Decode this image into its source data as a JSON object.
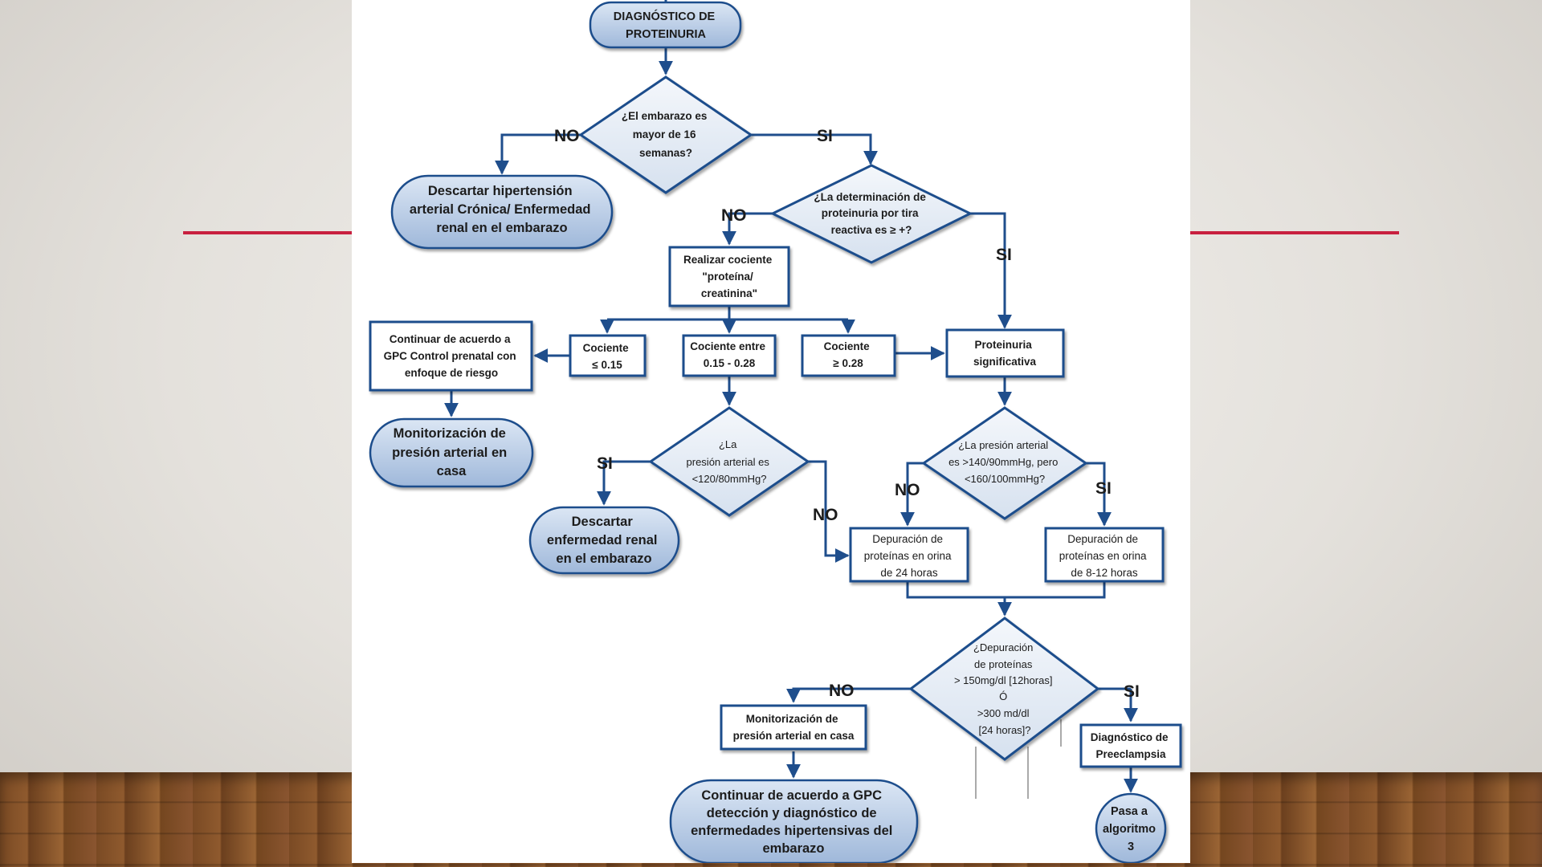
{
  "nodes": {
    "start": [
      "DIAGNÓSTICO DE",
      "PROTEINURIA"
    ],
    "q_embarazo": [
      "¿El embarazo es",
      "mayor de 16",
      "semanas?"
    ],
    "descartar_hipertension": [
      "Descartar hipertensión",
      "arterial Crónica/  Enfermedad",
      "renal en el embarazo"
    ],
    "q_tira": [
      "¿La determinación de",
      "proteinuria por tira",
      "reactiva es ≥ +?"
    ],
    "realizar_cociente": [
      "Realizar cociente",
      "\"proteína/",
      "creatinina\""
    ],
    "continuar_gpc": [
      "Continuar de acuerdo a",
      "GPC Control prenatal con",
      "enfoque de riesgo"
    ],
    "cociente_bajo": [
      "Cociente",
      "≤ 0.15"
    ],
    "cociente_medio": [
      "Cociente entre",
      "0.15 - 0.28"
    ],
    "cociente_alto": [
      "Cociente",
      "≥ 0.28"
    ],
    "proteinuria_significativa": [
      "Proteinuria",
      "significativa"
    ],
    "monitorizacion_casa": [
      "Monitorización de",
      "presión arterial  en",
      "casa"
    ],
    "q_presion_baja": [
      "¿La",
      "presión arterial es",
      "<120/80mmHg?"
    ],
    "q_presion_rango": [
      "¿La presión arterial",
      "es >140/90mmHg, pero",
      "<160/100mmHg?"
    ],
    "descartar_renal": [
      "Descartar",
      "enfermedad renal",
      "en el embarazo"
    ],
    "depuracion_24": [
      "Depuración de",
      "proteínas en orina",
      "de 24 horas"
    ],
    "depuracion_8_12": [
      "Depuración de",
      "proteínas en orina",
      "de 8-12 horas"
    ],
    "q_depuracion": [
      "¿Depuración",
      "de proteínas",
      "> 150mg/dl [12horas]",
      "Ó",
      ">300 md/dl",
      "[24 horas]?"
    ],
    "monitorizacion_presion": [
      "Monitorización de",
      "presión arterial  en casa"
    ],
    "diagnostico_preeclampsia": [
      "Diagnóstico de",
      "Preeclampsia"
    ],
    "continuar_gpc_deteccion": [
      "Continuar de acuerdo a GPC",
      "detección y diagnóstico de",
      "enfermedades hipertensivas del",
      "embarazo"
    ],
    "pasa_algoritmo": [
      "Pasa a",
      "algoritmo",
      "3"
    ]
  },
  "edge_labels": {
    "yes": "SI",
    "no": "NO"
  },
  "colors": {
    "line": "#1f4e8c",
    "accent_red": "#c8203f",
    "terminal_fill_top": "#dbe6f4",
    "terminal_fill_bottom": "#9fb8da",
    "text": "#1c1c1c"
  }
}
